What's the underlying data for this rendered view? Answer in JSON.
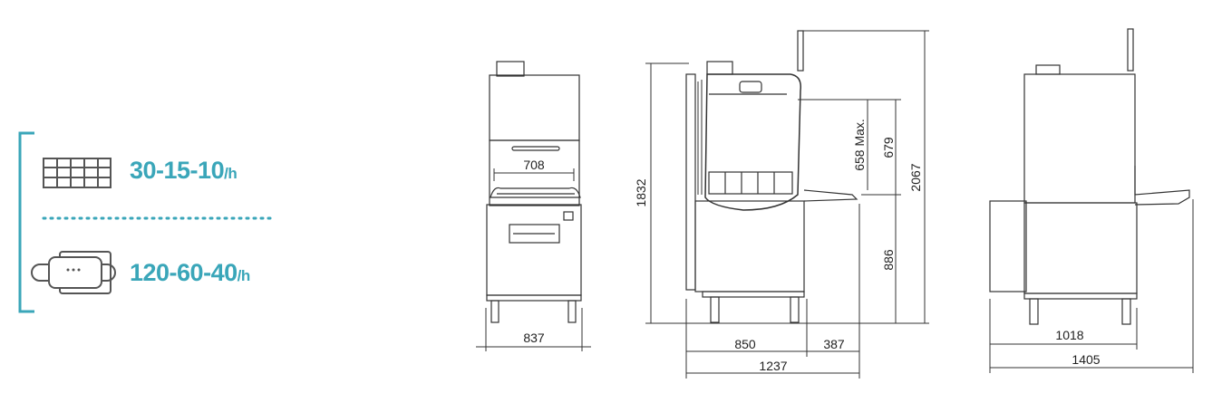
{
  "capacity": {
    "baskets": {
      "icon": "dish-rack-icon",
      "value": "30-15-10",
      "unit": "/h"
    },
    "trays": {
      "icon": "tray-icon",
      "value": "120-60-40",
      "unit": "/h"
    },
    "accent": "#3aa6b9",
    "icon_color": "#555555"
  },
  "dimensions": {
    "front": {
      "width_outer": "837",
      "width_inner": "708"
    },
    "side": {
      "height_closed": "1832",
      "height_open": "2067",
      "depth_body": "850",
      "depth_table": "387",
      "depth_total": "1237",
      "work_height": "886",
      "opening": "679",
      "opening_max": "658 Max."
    },
    "back": {
      "width_body": "1018",
      "width_total": "1405"
    }
  }
}
